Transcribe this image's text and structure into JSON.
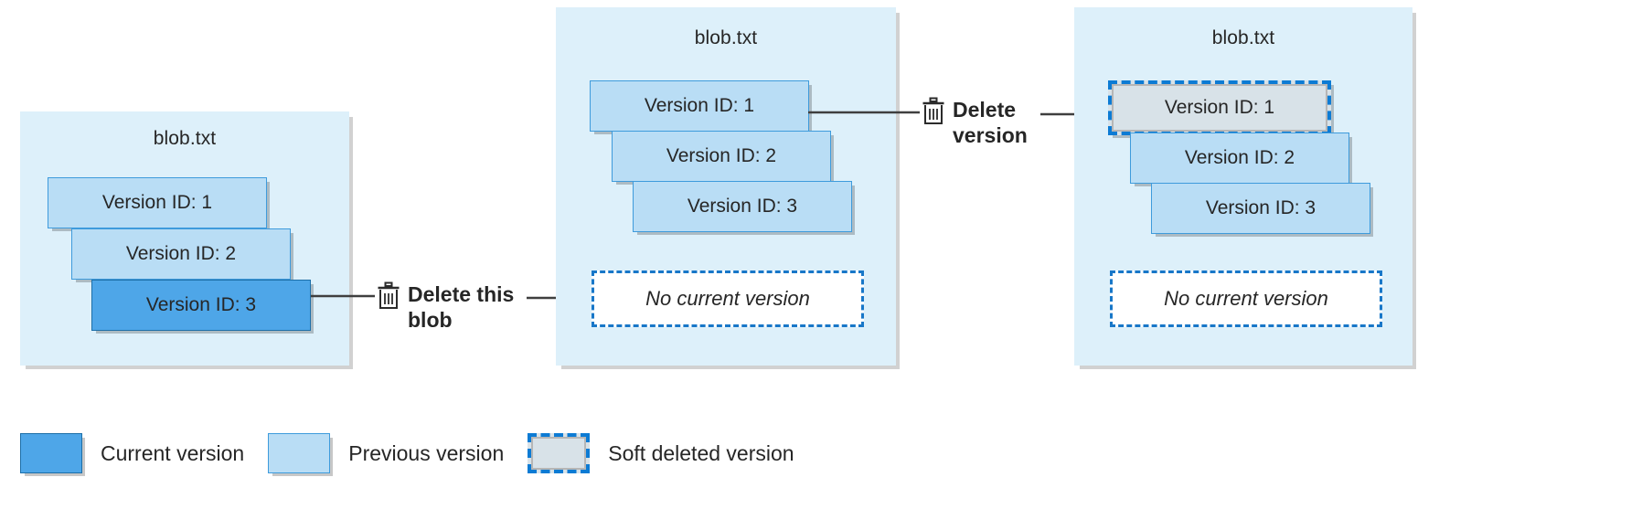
{
  "diagram": {
    "title_text": "blob.txt",
    "colors": {
      "panel_bg": "#ddf0fa",
      "current_version": "#4ea6e8",
      "current_version_border": "#1d6fa8",
      "previous_version": "#b9ddf5",
      "previous_version_border": "#3e9bdc",
      "soft_deleted_fill": "#d8e2e8",
      "soft_deleted_border": "#0c7bd4",
      "placeholder_border": "#1877c8",
      "text": "#262626",
      "connector": "#3f3f3f"
    }
  },
  "panels": [
    {
      "id": "panel-initial",
      "title": "blob.txt",
      "versions": [
        {
          "label": "Version ID: 1",
          "state": "previous"
        },
        {
          "label": "Version ID: 2",
          "state": "previous"
        },
        {
          "label": "Version ID: 3",
          "state": "current"
        }
      ]
    },
    {
      "id": "panel-after-blob-delete",
      "title": "blob.txt",
      "versions": [
        {
          "label": "Version ID: 1",
          "state": "previous"
        },
        {
          "label": "Version ID: 2",
          "state": "previous"
        },
        {
          "label": "Version ID: 3",
          "state": "previous"
        }
      ],
      "placeholder": "No current version"
    },
    {
      "id": "panel-after-version-delete",
      "title": "blob.txt",
      "versions": [
        {
          "label": "Version ID: 1",
          "state": "soft-deleted"
        },
        {
          "label": "Version ID: 2",
          "state": "previous"
        },
        {
          "label": "Version ID: 3",
          "state": "previous"
        }
      ],
      "placeholder": "No current version"
    }
  ],
  "actions": [
    {
      "id": "delete-blob",
      "icon": "trash-icon",
      "label": "Delete this\nblob"
    },
    {
      "id": "delete-version",
      "icon": "trash-icon",
      "label": "Delete\nversion"
    }
  ],
  "legend": {
    "items": [
      {
        "swatch": "current",
        "label": "Current version"
      },
      {
        "swatch": "previous",
        "label": "Previous version"
      },
      {
        "swatch": "softdeleted",
        "label": "Soft deleted version"
      }
    ]
  }
}
